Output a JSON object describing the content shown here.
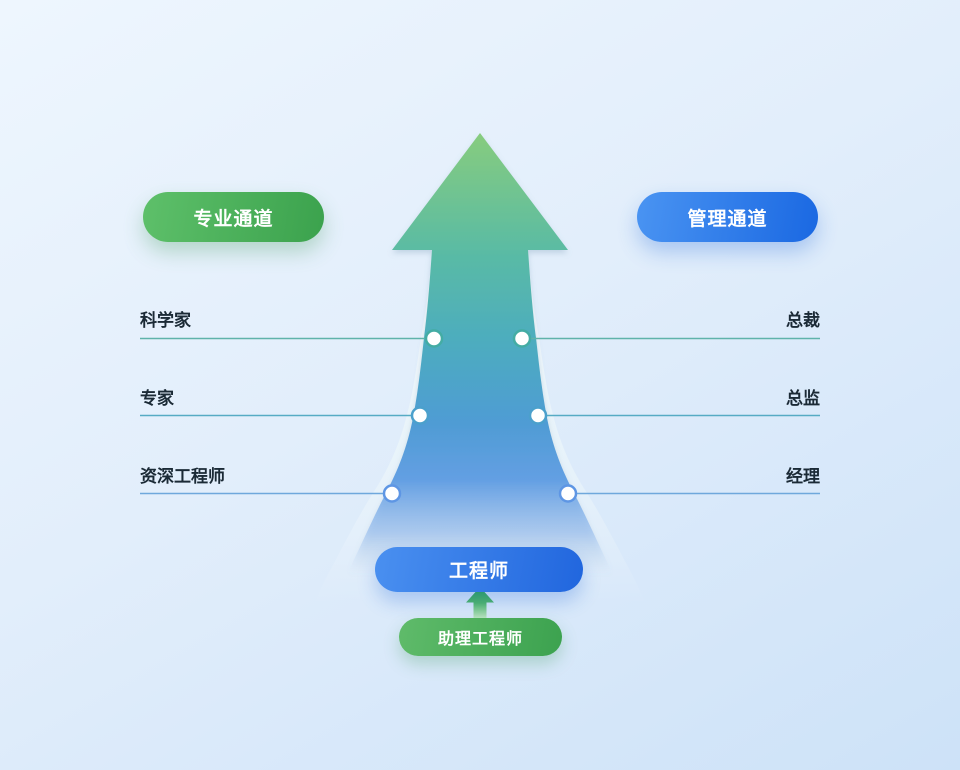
{
  "channels": {
    "professional": {
      "label": "专业通道"
    },
    "management": {
      "label": "管理通道"
    }
  },
  "levels": [
    {
      "left": "科学家",
      "right": "总裁"
    },
    {
      "left": "专家",
      "right": "总监"
    },
    {
      "left": "资深工程师",
      "right": "经理"
    }
  ],
  "base": {
    "engineer": "工程师",
    "assistant_engineer": "助理工程师"
  },
  "colors": {
    "professional_accent": "#3ba24d",
    "management_accent": "#1a68e2",
    "arrow_top_green": "#87cc7e",
    "arrow_mid_teal": "#4dadbe",
    "arrow_bottom_blue": "#4f9cd4",
    "line_row1": "#5fb3aa",
    "line_row2": "#56abc4",
    "line_row3": "#6fa8dc",
    "background_top": "#eef6fe",
    "background_bottom": "#cde2f8"
  }
}
